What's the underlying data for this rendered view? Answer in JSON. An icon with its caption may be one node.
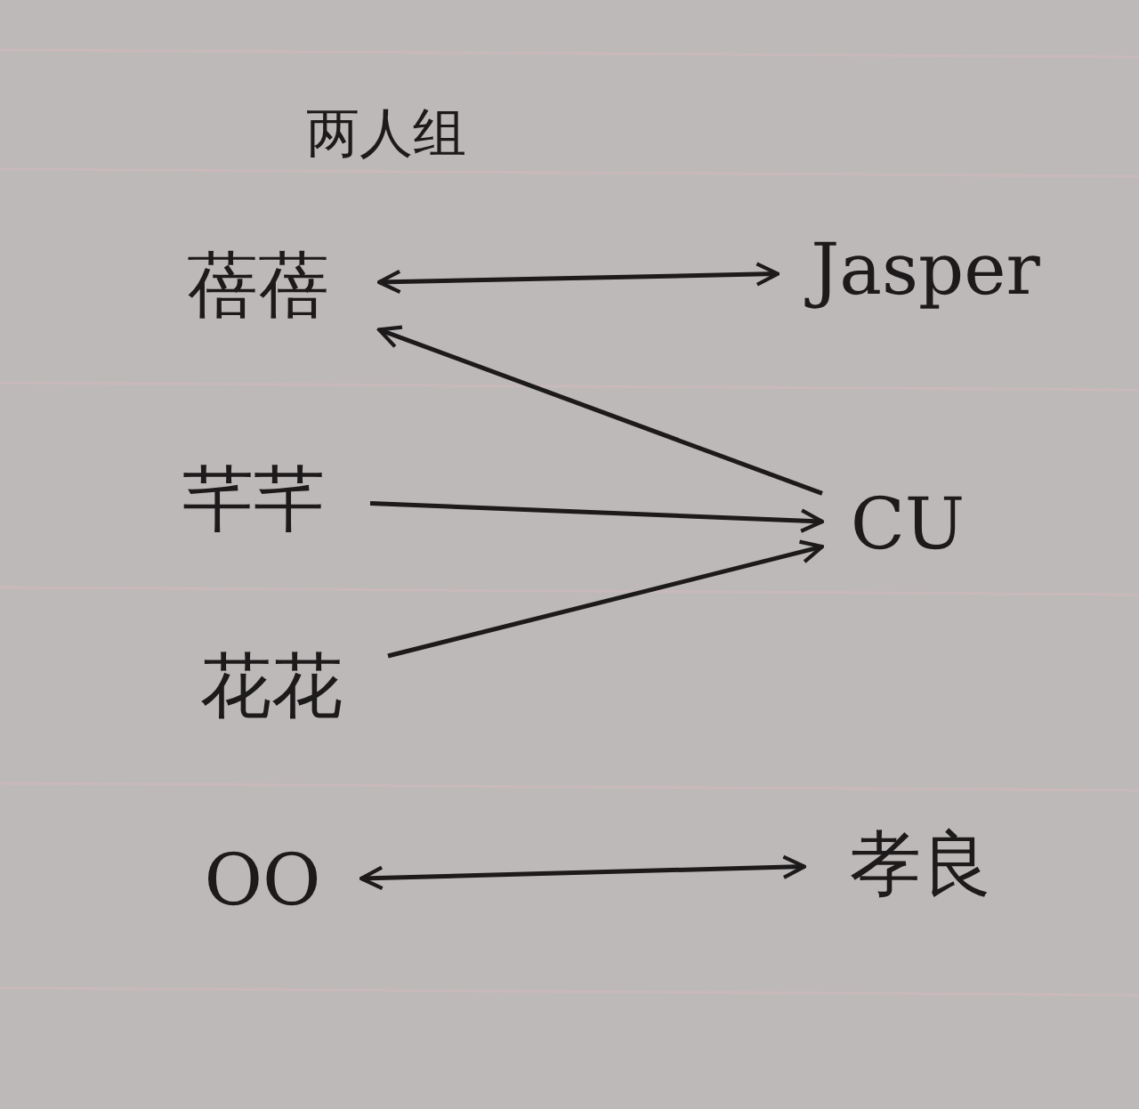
{
  "diagram": {
    "title": "两人组",
    "nodes": [
      {
        "text": [
          "蓓蓓"
        ]
      },
      {
        "text": [
          "Jasper"
        ]
      },
      {
        "text": [
          "芊芊"
        ]
      },
      {
        "text": [
          "CU"
        ]
      },
      {
        "text": [
          "花花"
        ]
      },
      {
        "text": [
          "OO"
        ]
      },
      {
        "text": [
          "孝良"
        ]
      }
    ],
    "edges": [
      {
        "from": 0,
        "to": 1,
        "arrow": "both"
      },
      {
        "from": 3,
        "to": 0,
        "arrow": "to"
      },
      {
        "from": 2,
        "to": 3,
        "arrow": "to"
      },
      {
        "from": 4,
        "to": 3,
        "arrow": "to"
      },
      {
        "from": 5,
        "to": 6,
        "arrow": "both"
      }
    ]
  }
}
